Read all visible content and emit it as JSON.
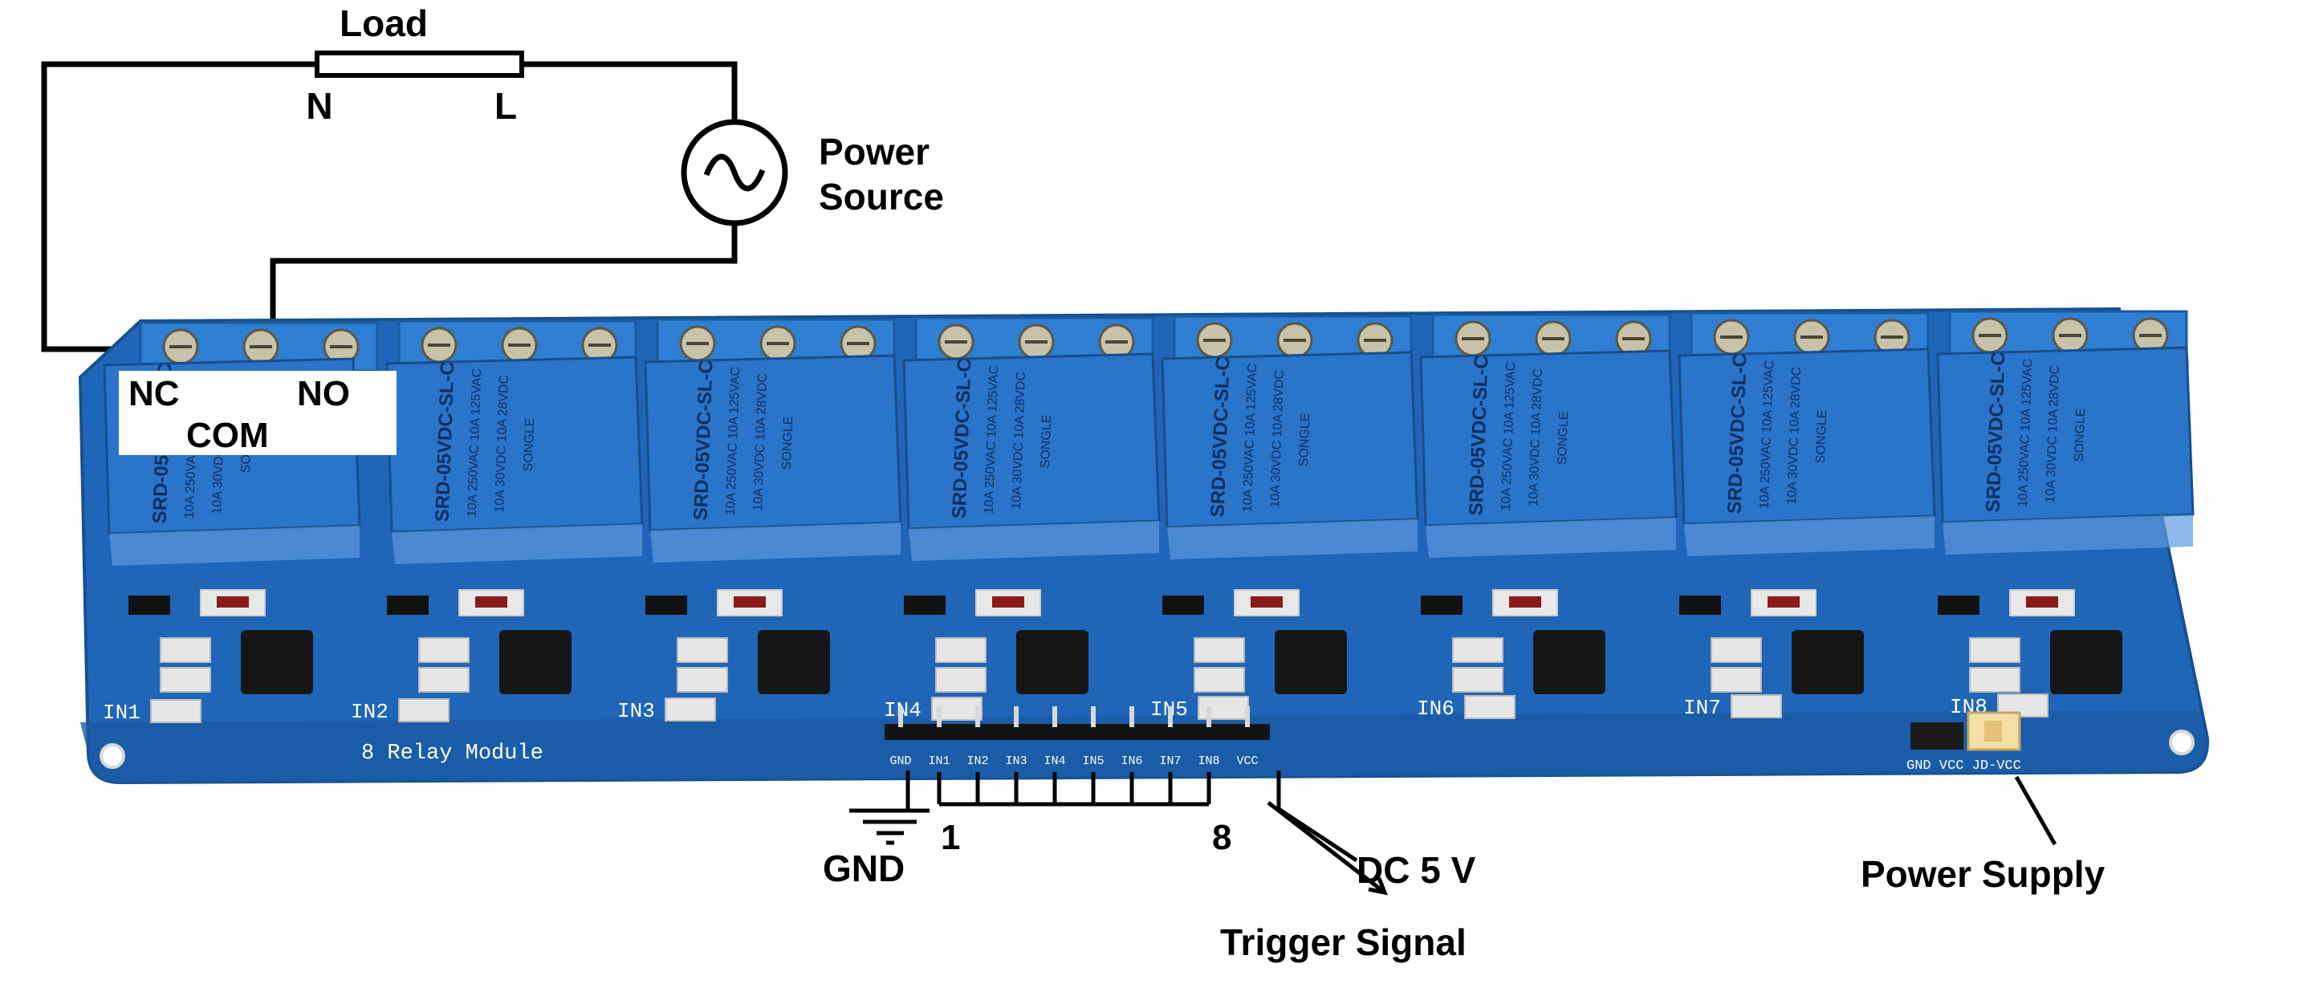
{
  "labels": {
    "load": "Load",
    "n": "N",
    "l": "L",
    "power_source": "Power\nSource",
    "nc": "NC",
    "no": "NO",
    "com": "COM",
    "gnd": "GND",
    "pin1": "1",
    "pin8": "8",
    "dc5v": "DC 5 V",
    "trigger": "Trigger Signal",
    "power_supply": "Power Supply"
  },
  "board": {
    "title": "8 Relay Module",
    "inputs": [
      "IN1",
      "IN2",
      "IN3",
      "IN4",
      "IN5",
      "IN6",
      "IN7",
      "IN8"
    ],
    "header_pins": [
      "GND",
      "IN1",
      "IN2",
      "IN3",
      "IN4",
      "IN5",
      "IN6",
      "IN7",
      "IN8",
      "VCC"
    ],
    "jumper_label": "GND VCC JD-VCC",
    "relay_text": [
      "SRD-05VDC-SL-C",
      "10A 250VAC 10A 125VAC",
      "10A 30VDC 10A 28VDC",
      "SONGLE"
    ]
  },
  "colors": {
    "board": "#1f66b8",
    "relay": "#2a74c9",
    "terminal": "#2f7fd4",
    "wire": "#000000"
  }
}
